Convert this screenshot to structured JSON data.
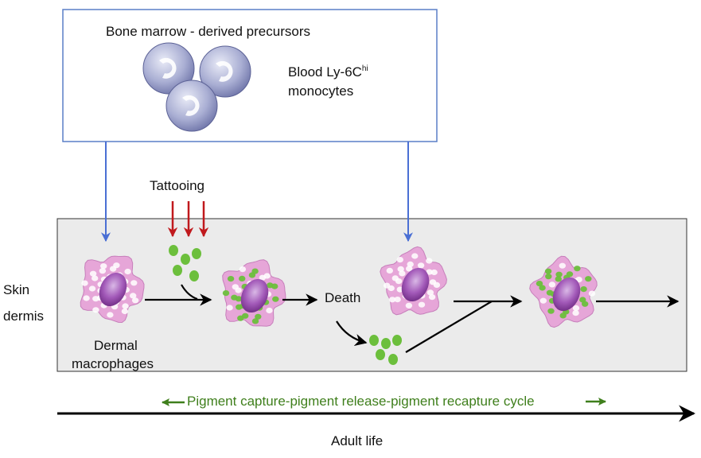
{
  "precursor_box": {
    "title": "Bone marrow - derived precursors",
    "monocyte_label_main": "Blood Ly-6C",
    "monocyte_label_sup": "hi",
    "monocyte_label_line2": "monocytes"
  },
  "tattooing_label": "Tattooing",
  "side_label": {
    "line1": "Skin",
    "line2": "dermis"
  },
  "dermal_label": {
    "line1": "Dermal",
    "line2": "macrophages"
  },
  "death_label": "Death",
  "cycle_label": "Pigment capture-pigment release-pigment recapture cycle",
  "timeline_label": "Adult life",
  "colors": {
    "box_border": "#5a7fc7",
    "blue_arrow": "#4a6fd4",
    "red_arrow": "#c0191d",
    "pigment": "#6cbf3c",
    "cycle_text": "#3f7f1c",
    "cell_body": "#e6a6d8",
    "nucleus": "#8a3a9a"
  }
}
